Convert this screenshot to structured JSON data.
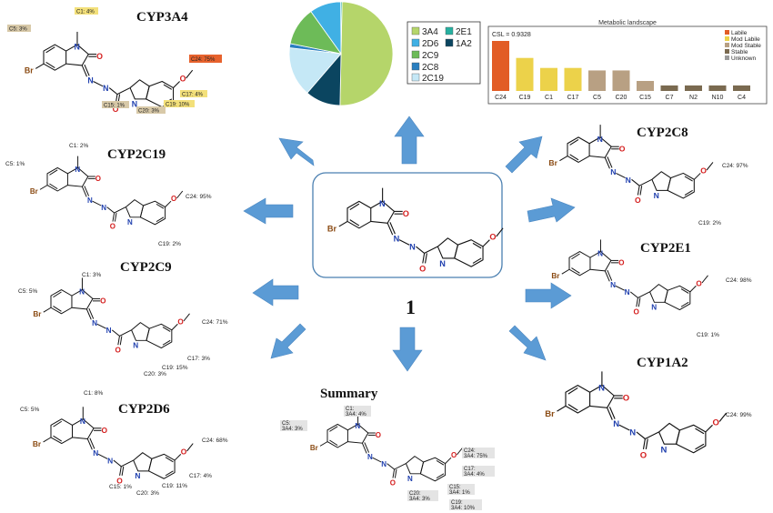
{
  "center": {
    "compound_number": "1"
  },
  "panels": {
    "cyp3a4": {
      "title": "CYP3A4",
      "labels": [
        "C1: 4%",
        "C5: 3%",
        "C24: 75%",
        "C17: 4%",
        "C19: 10%",
        "C20: 3%",
        "C15: 1%"
      ]
    },
    "cyp2c19": {
      "title": "CYP2C19",
      "labels": [
        "C1: 2%",
        "C5: 1%",
        "C24: 95%",
        "C19: 2%"
      ]
    },
    "cyp2c9": {
      "title": "CYP2C9",
      "labels": [
        "C1: 3%",
        "C5: 5%",
        "C24: 71%",
        "C17: 3%",
        "C19: 15%",
        "C20: 3%"
      ]
    },
    "cyp2d6": {
      "title": "CYP2D6",
      "labels": [
        "C1: 8%",
        "C5: 5%",
        "C24: 68%",
        "C17: 4%",
        "C19: 11%",
        "C20: 3%",
        "C15: 1%"
      ]
    },
    "summary": {
      "title": "Summary",
      "labels": [
        "C1:",
        "3A4: 4%",
        "C5:",
        "3A4: 3%",
        "C24:",
        "3A4: 75%",
        "C17:",
        "3A4: 4%",
        "C15:",
        "3A4: 1%",
        "C20:",
        "3A4: 3%",
        "C19:",
        "3A4: 10%"
      ]
    },
    "cyp2c8": {
      "title": "CYP2C8",
      "labels": [
        "C24: 97%",
        "C19: 2%"
      ]
    },
    "cyp2e1": {
      "title": "CYP2E1",
      "labels": [
        "C24: 98%",
        "C19: 1%"
      ]
    },
    "cyp1a2": {
      "title": "CYP1A2",
      "labels": [
        "C24: 99%"
      ]
    }
  },
  "atoms": {
    "br": "Br",
    "n": "N",
    "o": "O"
  },
  "pie": {
    "legend": [
      "3A4",
      "2E1",
      "2D6",
      "1A2",
      "2C9",
      "2C8",
      "2C19"
    ],
    "slices": [
      {
        "name": "3A4",
        "value": 50.0,
        "color": "#b5d56a"
      },
      {
        "name": "1A2",
        "value": 11.0,
        "color": "#0b4560"
      },
      {
        "name": "2C19",
        "value": 15.5,
        "color": "#c5e8f6"
      },
      {
        "name": "2C8",
        "value": 1.3,
        "color": "#2a7fc0"
      },
      {
        "name": "2C9",
        "value": 12.0,
        "color": "#6dbb58"
      },
      {
        "name": "2D6",
        "value": 9.8,
        "color": "#40b0e4"
      },
      {
        "name": "2E1",
        "value": 0.4,
        "color": "#26b0a0"
      }
    ]
  },
  "chart_data": {
    "type": "bar",
    "title": "Metabolic landscape",
    "annotation": "CSL = 0.9328",
    "categories": [
      "C24",
      "C19",
      "C1",
      "C17",
      "C5",
      "C20",
      "C15",
      "C7",
      "N2",
      "N10",
      "C4"
    ],
    "values": [
      1.0,
      0.66,
      0.46,
      0.46,
      0.41,
      0.41,
      0.2,
      0.11,
      0.11,
      0.11,
      0.11
    ],
    "bar_colors": [
      "#e25c25",
      "#ecd24a",
      "#ecd24a",
      "#ecd24a",
      "#b8a083",
      "#b8a083",
      "#b8a083",
      "#7a6a50",
      "#7a6a50",
      "#7a6a50",
      "#7a6a50"
    ],
    "legend": [
      {
        "name": "Labile",
        "color": "#e25c25"
      },
      {
        "name": "Mod Labile",
        "color": "#ecd24a"
      },
      {
        "name": "Mod Stable",
        "color": "#b8a083"
      },
      {
        "name": "Stable",
        "color": "#7a6a50"
      },
      {
        "name": "Unknown",
        "color": "#9a9a9a"
      }
    ]
  }
}
